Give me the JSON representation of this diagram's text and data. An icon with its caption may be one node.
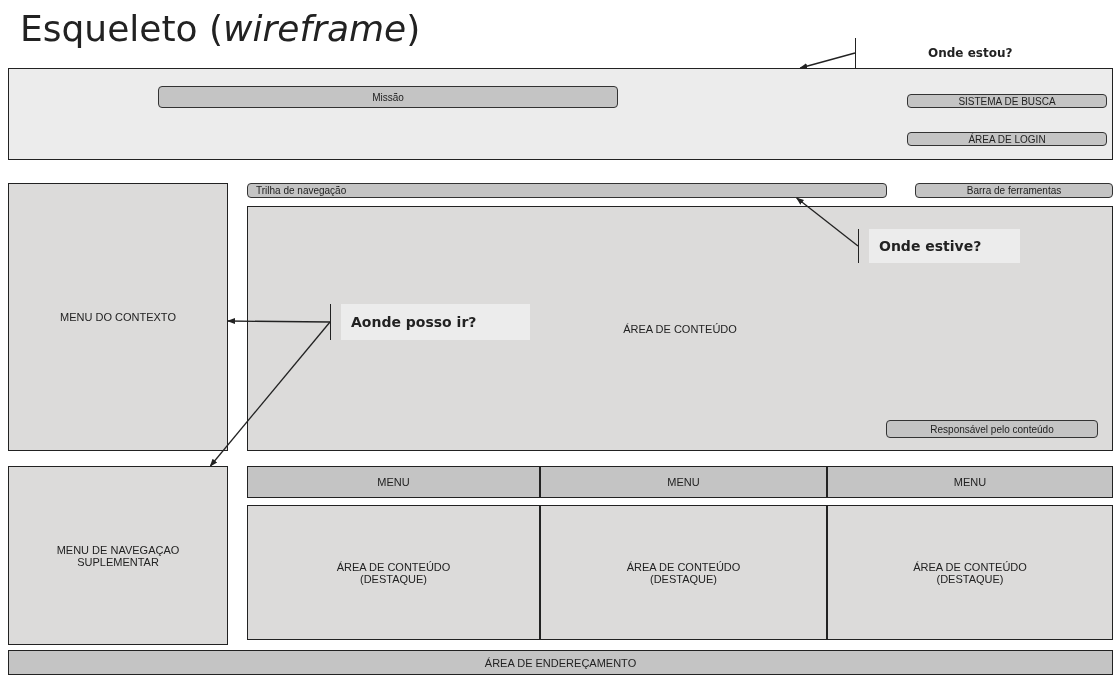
{
  "diagram": {
    "title": "Esqueleto (*wireframe*)",
    "nodes": [
      {
        "text": [],
        "shape": "box"
      },
      {
        "text": [
          "Missão"
        ],
        "in": 0
      },
      {
        "text": [
          "SISTEMA DE BUSCA"
        ],
        "in": 0
      },
      {
        "text": [
          "ÁREA DE LOGIN"
        ],
        "in": 0
      },
      {
        "text": [
          "Onde estou?"
        ]
      },
      {
        "text": [
          "MENU DO CONTEXTO"
        ]
      },
      {
        "text": [
          "Trilha de navegação"
        ]
      },
      {
        "text": [
          "Barra de ferramentas"
        ]
      },
      {
        "text": [
          "ÁREA DE CONTEÚDO"
        ]
      },
      {
        "text": [
          "Onde estive?"
        ],
        "in": 8
      },
      {
        "text": [
          "Aonde posso ir?"
        ],
        "in": 8
      },
      {
        "text": [
          "Responsável pelo conteúdo"
        ],
        "in": 8
      },
      {
        "text": [
          "MENU DE NAVEGAÇAO SUPLEMENTAR"
        ]
      },
      {
        "text": [
          "MENU"
        ]
      },
      {
        "text": [
          "MENU"
        ]
      },
      {
        "text": [
          "MENU"
        ]
      },
      {
        "text": [
          "ÁREA DE CONTEÚDO (DESTAQUE)"
        ]
      },
      {
        "text": [
          "ÁREA DE CONTEÚDO (DESTAQUE)"
        ]
      },
      {
        "text": [
          "ÁREA DE CONTEÚDO (DESTAQUE)"
        ]
      },
      {
        "text": [
          "ÁREA DE ENDEREÇAMENTO"
        ]
      }
    ],
    "edges": [
      {
        "from": 4,
        "to": 0,
        "arrow": "to"
      },
      {
        "from": 9,
        "to": 6,
        "arrow": "to"
      },
      {
        "from": 10,
        "to": 5,
        "arrow": "to"
      },
      {
        "from": 10,
        "to": 12,
        "arrow": "to"
      }
    ]
  }
}
